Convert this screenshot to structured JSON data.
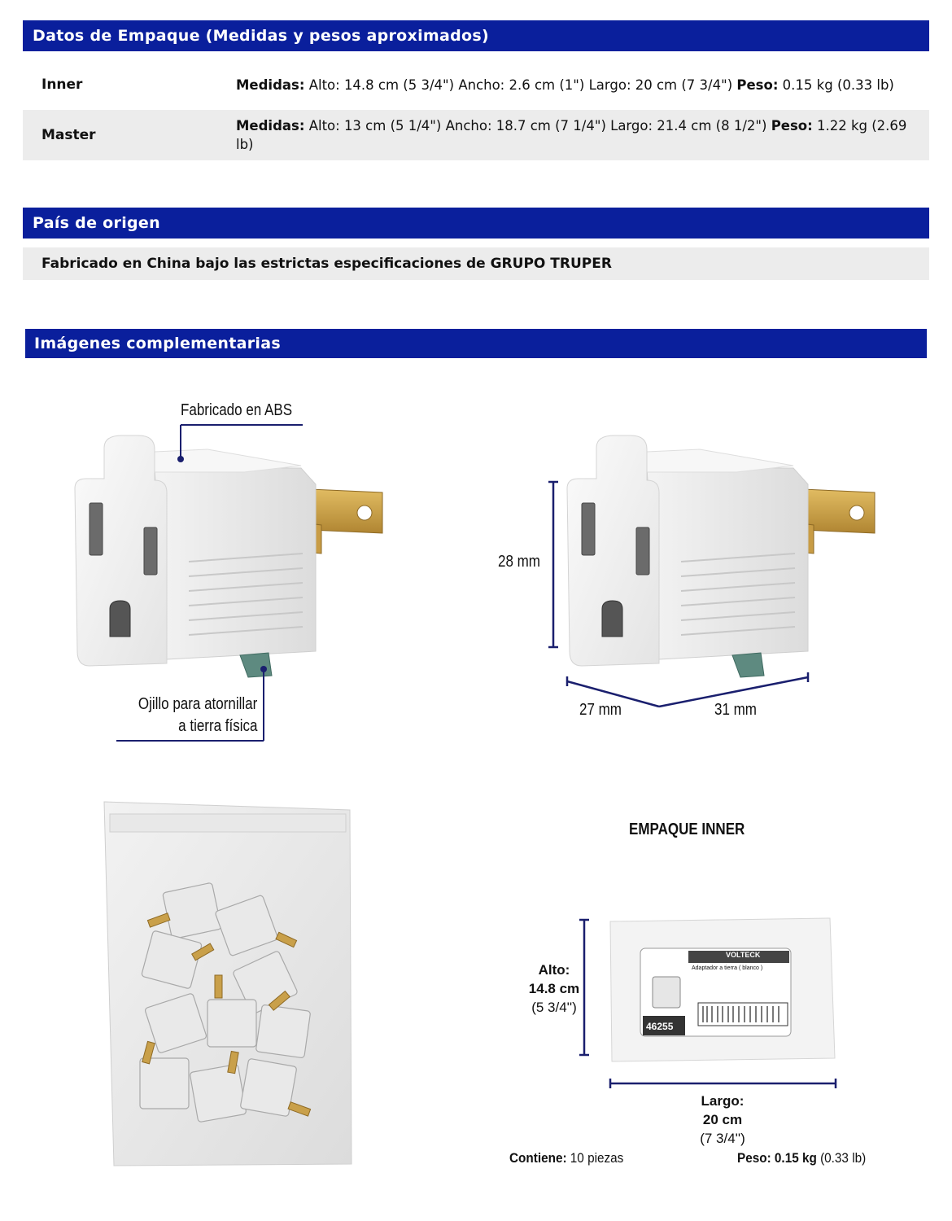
{
  "sections": {
    "packaging": {
      "title": "Datos de Empaque (Medidas y pesos aproximados)",
      "rows": [
        {
          "label": "Inner",
          "medidas_label": "Medidas:",
          "medidas_text": " Alto: 14.8 cm (5 3/4\") Ancho: 2.6 cm (1\") Largo: 20 cm (7 3/4\") ",
          "peso_label": "Peso:",
          "peso_text": " 0.15 kg (0.33 lb)"
        },
        {
          "label": "Master",
          "medidas_label": "Medidas:",
          "medidas_text": " Alto: 13 cm (5 1/4\") Ancho: 18.7 cm (7 1/4\") Largo: 21.4 cm (8 1/2\") ",
          "peso_label": "Peso:",
          "peso_text": " 1.22 kg (2.69 lb)"
        }
      ]
    },
    "origin": {
      "title": "País de origen",
      "text": "Fabricado en China bajo las estrictas especificaciones de GRUPO TRUPER"
    },
    "images": {
      "title": "Imágenes complementarias"
    }
  },
  "figure1": {
    "material_label": "Fabricado en ABS",
    "ground_label_line1": "Ojillo para atornillar",
    "ground_label_line2": "a tierra física"
  },
  "figure2": {
    "height_label": "28 mm",
    "depth_label": "27 mm",
    "width_label": "31 mm"
  },
  "figure4": {
    "title": "EMPAQUE INNER",
    "alto_label": "Alto:",
    "alto_value": "14.8 cm",
    "alto_inches": "(5 3/4'')",
    "largo_label": "Largo:",
    "largo_value": "20 cm",
    "largo_inches": "(7 3/4'')",
    "contiene_label": "Contiene:",
    "contiene_value": " 10 piezas",
    "peso_label": "Peso: ",
    "peso_value": "0.15 kg",
    "peso_extra": " (0.33 lb)",
    "label_brand": "VOLTECK",
    "label_code": "46255",
    "label_product": "Adaptador a tierra ( blanco )"
  },
  "colors": {
    "header_blue": "#0a1f9c",
    "row_gray": "#ececec",
    "dim_line": "#1a1f6e",
    "prong_brass": "#c9a04a",
    "ground_tab": "#5e8a80"
  }
}
